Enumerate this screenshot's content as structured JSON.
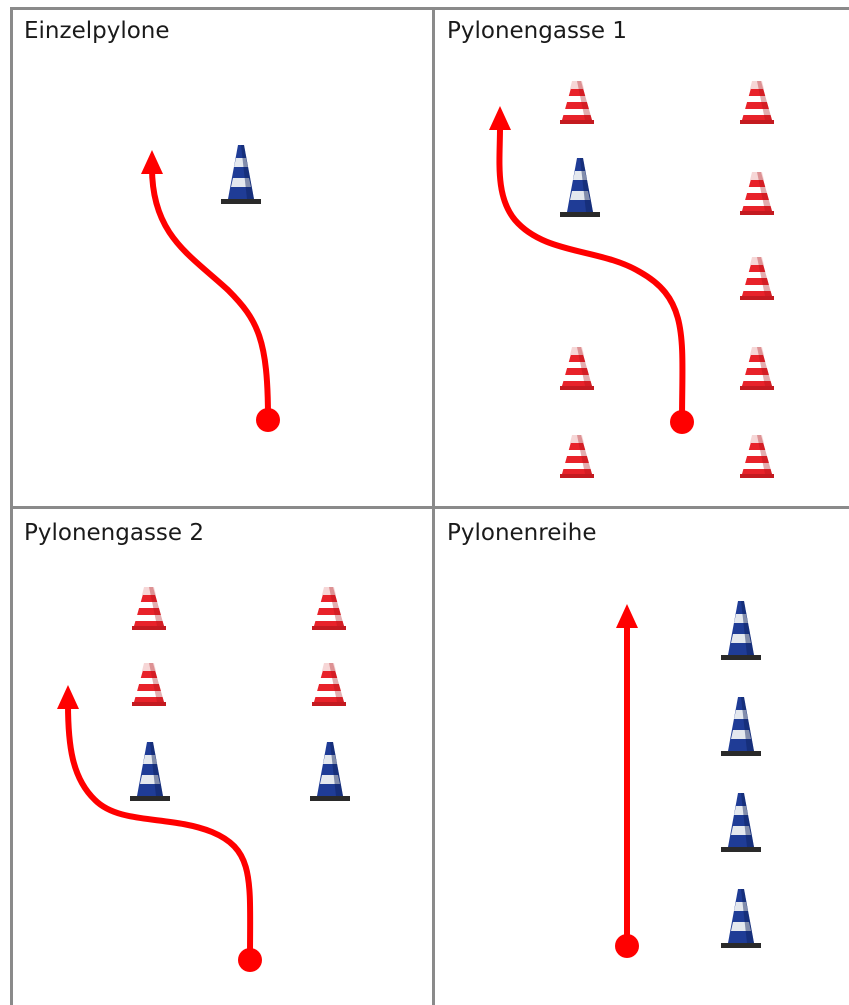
{
  "colors": {
    "grid_line": "#8a8a8a",
    "path": "#ff0000",
    "cone_red": "#e8222a",
    "cone_blue": "#1f3c96",
    "cone_base": "#2a2a2a"
  },
  "panels": [
    {
      "title": "Einzelpylone",
      "path": "curve-left",
      "cones": [
        "blue"
      ]
    },
    {
      "title": "Pylonengasse 1",
      "path": "curve-left",
      "cones": [
        "red",
        "red",
        "blue",
        "red",
        "red",
        "red",
        "red",
        "red",
        "red"
      ]
    },
    {
      "title": "Pylonengasse 2",
      "path": "curve-left",
      "cones": [
        "red",
        "red",
        "red",
        "red",
        "blue",
        "blue"
      ]
    },
    {
      "title": "Pylonenreihe",
      "path": "straight",
      "cones": [
        "blue",
        "blue",
        "blue",
        "blue"
      ]
    }
  ],
  "icons": {
    "cone": "traffic-cone-icon",
    "arrow": "path-arrow-icon",
    "start": "start-dot-icon"
  }
}
